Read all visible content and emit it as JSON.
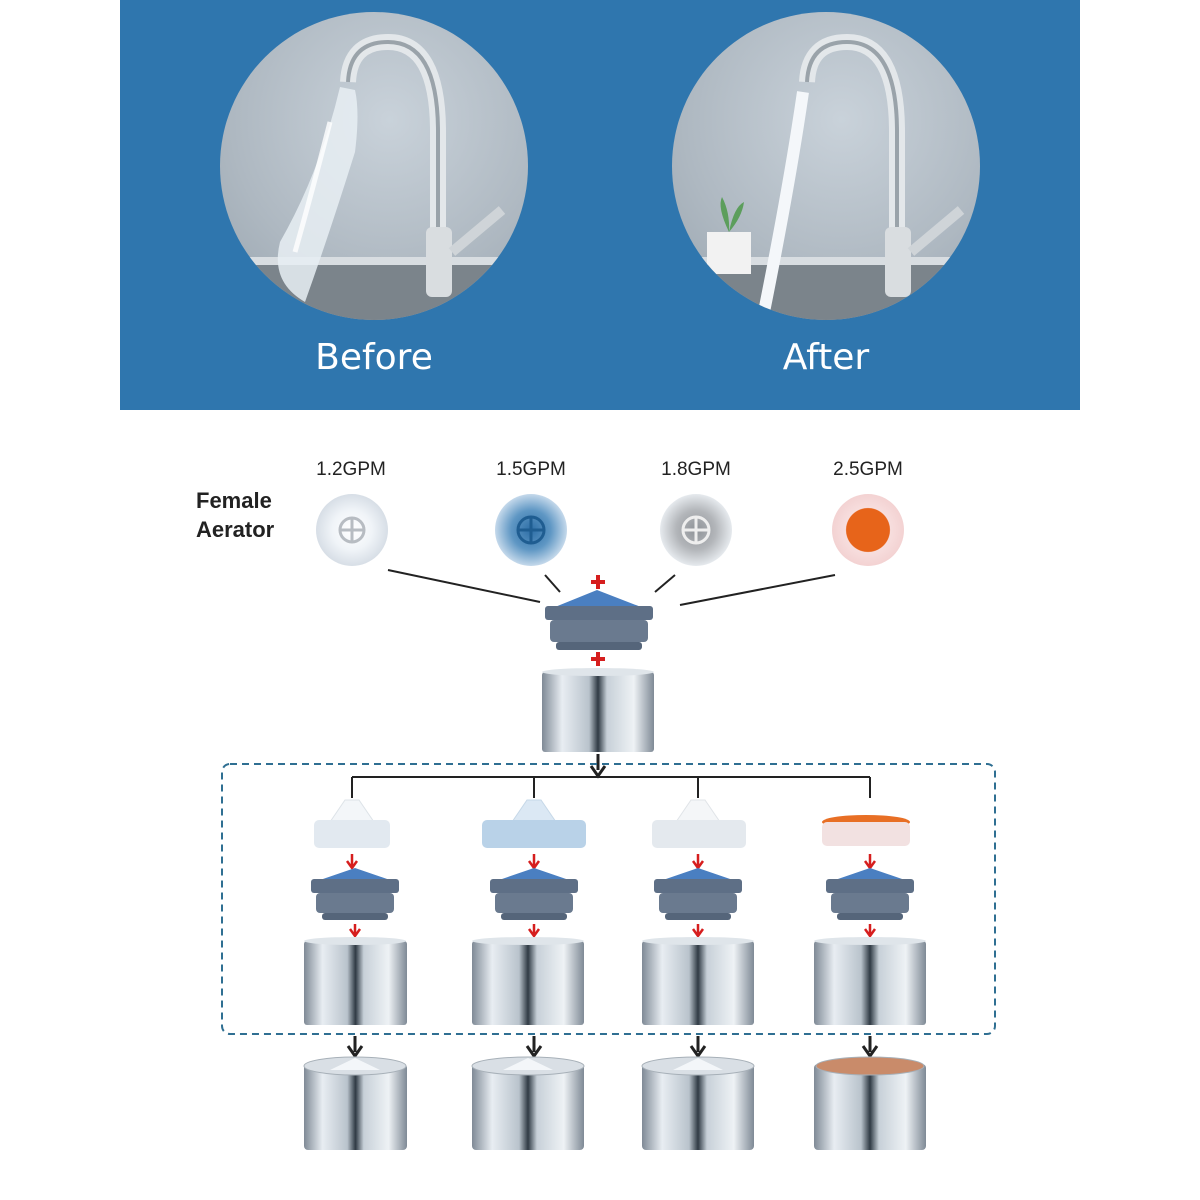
{
  "photos": {
    "before_label": "Before",
    "after_label": "After"
  },
  "aerator": {
    "side_label_line1": "Female",
    "side_label_line2": "Aerator",
    "flow_rates": [
      {
        "label": "1.2GPM",
        "color": "#dfe6ee",
        "core": "#ffffff"
      },
      {
        "label": "1.5GPM",
        "color": "#b8d3ea",
        "core": "#2a6ea8"
      },
      {
        "label": "1.8GPM",
        "color": "#e3e8ee",
        "core": "#9a9da2"
      },
      {
        "label": "2.5GPM",
        "color": "#f6d7d7",
        "core": "#e06a1c"
      }
    ]
  },
  "colors": {
    "banner": "#2f76ae",
    "plus": "#d61e1e",
    "dashed_border": "#2f6f92",
    "housing": "#5e6f86",
    "chrome": "#c7ced6"
  },
  "icons": [
    "faucet-icon",
    "plus-icon",
    "arrow-down-icon"
  ]
}
